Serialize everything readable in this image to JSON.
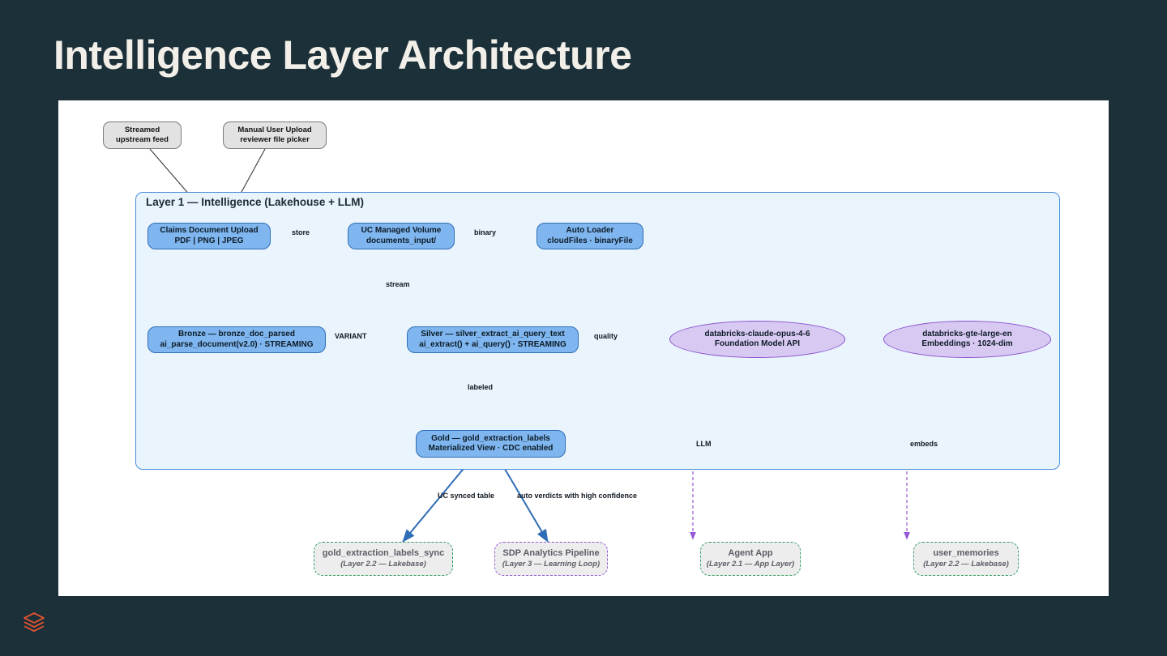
{
  "slide": {
    "title": "Intelligence Layer Architecture",
    "background_color": "#1c3039",
    "canvas_color": "#ffffff",
    "brand_logo": "databricks-logo",
    "brand_logo_color": "#e8542f"
  },
  "diagram": {
    "type": "flowchart",
    "container": {
      "label": "Layer 1 — Intelligence (Lakehouse + LLM)",
      "fill_color": "#e9f4fd",
      "border_color": "#4a90d9"
    },
    "external_sources": [
      {
        "id": "streamed",
        "line1": "Streamed",
        "line2": "upstream feed"
      },
      {
        "id": "manual",
        "line1": "Manual User Upload",
        "line2": "reviewer file picker"
      }
    ],
    "pipeline_nodes": [
      {
        "id": "upload",
        "line1": "Claims Document Upload",
        "line2": "PDF | PNG | JPEG"
      },
      {
        "id": "volume",
        "line1": "UC Managed Volume",
        "line2": "documents_input/"
      },
      {
        "id": "loader",
        "line1": "Auto Loader",
        "line2": "cloudFiles · binaryFile"
      },
      {
        "id": "bronze",
        "line1": "Bronze — bronze_doc_parsed",
        "line2": "ai_parse_document(v2.0) · STREAMING"
      },
      {
        "id": "silver",
        "line1": "Silver — silver_extract_ai_query_text",
        "line2": "ai_extract() + ai_query() · STREAMING"
      },
      {
        "id": "gold",
        "line1": "Gold — gold_extraction_labels",
        "line2": "Materialized View · CDC enabled"
      }
    ],
    "model_nodes": [
      {
        "id": "llm",
        "line1": "databricks-claude-opus-4-6",
        "line2": "Foundation Model API"
      },
      {
        "id": "embed",
        "line1": "databricks-gte-large-en",
        "line2": "Embeddings · 1024-dim"
      }
    ],
    "sink_nodes": [
      {
        "id": "sync",
        "line1": "gold_extraction_labels_sync",
        "line2": "(Layer 2.2 — Lakebase)",
        "style": "green"
      },
      {
        "id": "sdp",
        "line1": "SDP Analytics Pipeline",
        "line2": "(Layer 3 — Learning Loop)",
        "style": "purple"
      },
      {
        "id": "agent",
        "line1": "Agent App",
        "line2": "(Layer 2.1 — App Layer)",
        "style": "green"
      },
      {
        "id": "memories",
        "line1": "user_memories",
        "line2": "(Layer 2.2 — Lakebase)",
        "style": "green"
      }
    ],
    "edge_labels": [
      {
        "id": "store",
        "text": "store"
      },
      {
        "id": "binary",
        "text": "binary"
      },
      {
        "id": "stream",
        "text": "stream"
      },
      {
        "id": "variant",
        "text": "VARIANT"
      },
      {
        "id": "quality",
        "text": "quality"
      },
      {
        "id": "labeled",
        "text": "labeled"
      },
      {
        "id": "uc-sync",
        "text": "UC synced table"
      },
      {
        "id": "verdicts",
        "text": "auto verdicts with high confidence"
      },
      {
        "id": "llm-edge",
        "text": "LLM"
      },
      {
        "id": "embeds",
        "text": "embeds"
      }
    ],
    "colors": {
      "node_blue_fill": "#7fb6ef",
      "node_blue_border": "#2f6db5",
      "ellipse_fill": "#d8c9f2",
      "ellipse_border": "#8a4fce",
      "external_fill": "#e2e2e2",
      "sink_green_border": "#2e9e63",
      "sink_purple_border": "#9558d6",
      "arrow_dark": "#3a3a3a",
      "arrow_blue": "#2f6db5",
      "arrow_purple": "#9558d6"
    }
  }
}
